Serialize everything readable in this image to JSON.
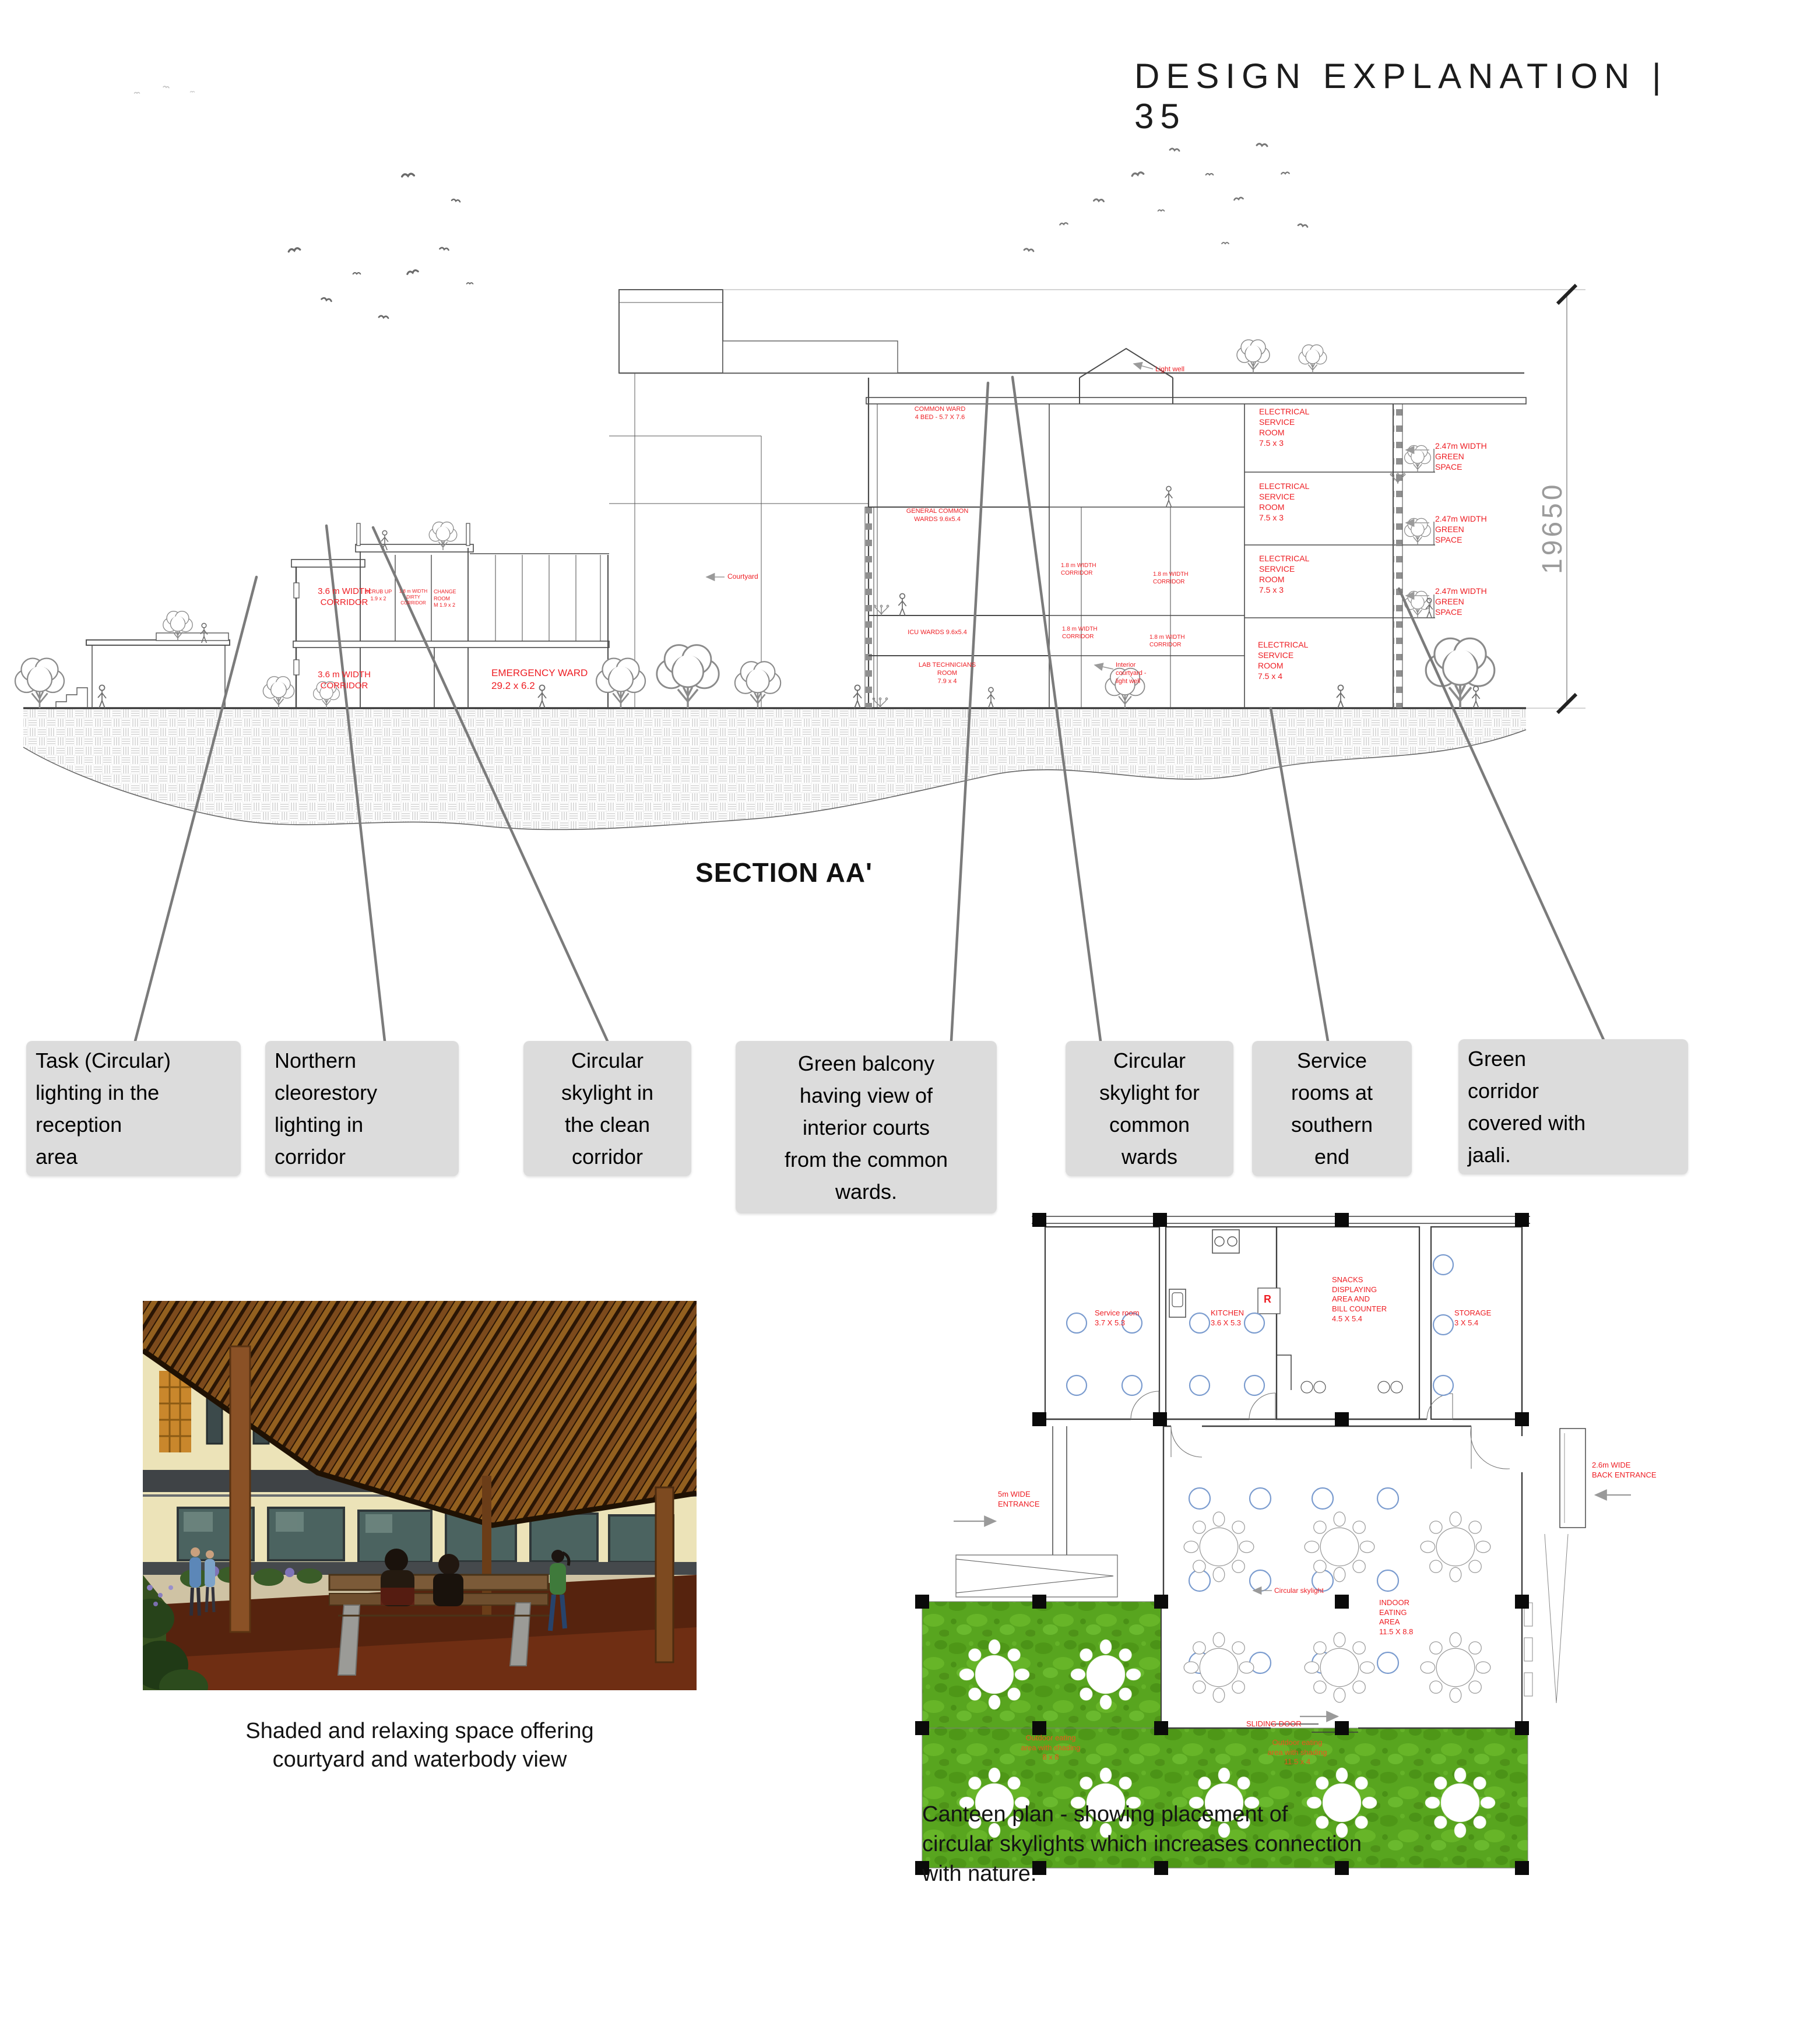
{
  "header": {
    "title": "DESIGN EXPLANATION | 35"
  },
  "section": {
    "caption": "SECTION AA'",
    "dimension_value": "19650",
    "labels": [
      {
        "text": "3.6 m WIDTH\nCORRIDOR"
      },
      {
        "text": "SCRUB UP\n1.9 x 2"
      },
      {
        "text": "1.8 m WIDTH DIRTY\nCORRIDOR"
      },
      {
        "text": "CHANGE ROOM\nM 1.9 x 2"
      },
      {
        "text": "3.6 m WIDTH\nCORRIDOR"
      },
      {
        "text": "EMERGENCY WARD\n29.2 x 6.2"
      },
      {
        "text": "Courtyard"
      },
      {
        "text": "COMMON WARD\n4 BED - 5.7 X 7.6"
      },
      {
        "text": "GENERAL COMMON\nWARDS 9.6x5.4"
      },
      {
        "text": "ICU WARDS 9.6x5.4"
      },
      {
        "text": "LAB TECHNICIANS\nROOM\n7.9 x 4"
      },
      {
        "text": "1.8 m WIDTH\nCORRIDOR"
      },
      {
        "text": "1.8 m WIDTH\nCORRIDOR"
      },
      {
        "text": "1.8 m WIDTH\nCORRIDOR"
      },
      {
        "text": "1.8 m WIDTH\nCORRIDOR"
      },
      {
        "text": "Light well"
      },
      {
        "text": "ELECTRICAL\nSERVICE\nROOM\n7.5 x 3"
      },
      {
        "text": "ELECTRICAL\nSERVICE\nROOM\n7.5 x 3"
      },
      {
        "text": "ELECTRICAL\nSERVICE\nROOM\n7.5 x 3"
      },
      {
        "text": "ELECTRICAL\nSERVICE\nROOM\n7.5 x 4"
      },
      {
        "text": "Interior\ncourtyard -\nlight well"
      },
      {
        "text": "2.47m WIDTH\nGREEN\nSPACE"
      },
      {
        "text": "2.47m WIDTH\nGREEN\nSPACE"
      },
      {
        "text": "2.47m WIDTH\nGREEN\nSPACE"
      }
    ]
  },
  "callouts": [
    {
      "text": "Task (Circular)\nlighting in the\nreception\narea"
    },
    {
      "text": "Northern\ncleorestory\nlighting in\ncorridor"
    },
    {
      "text": "Circular\nskylight in\nthe clean\ncorridor"
    },
    {
      "text": "Green balcony\nhaving view of\ninterior courts\nfrom the common\nwards."
    },
    {
      "text": "Circular\nskylight for\ncommon\nwards"
    },
    {
      "text": "Service\nrooms at\nsouthern\nend"
    },
    {
      "text": "Green\ncorridor\ncovered with\njaali."
    }
  ],
  "photo": {
    "caption": "Shaded and relaxing space offering\ncourtyard and waterbody view"
  },
  "canteen": {
    "caption": "Canteen plan - showing placement of\ncircular skylights which increases connection\nwith nature.",
    "labels": [
      {
        "text": "Service room\n3.7 X 5.3"
      },
      {
        "text": "KITCHEN\n3.6 X 5.3"
      },
      {
        "text": "SNACKS\nDISPLAYING\nAREA AND\nBILL COUNTER\n4.5 X 5.4"
      },
      {
        "text": "STORAGE\n3 X 5.4"
      },
      {
        "text": "R"
      },
      {
        "text": "5m WIDE\nENTRANCE"
      },
      {
        "text": "2.6m WIDE\nBACK ENTRANCE"
      },
      {
        "text": "Circular skylight"
      },
      {
        "text": "INDOOR\nEATING\nAREA\n11.5 X 8.8"
      },
      {
        "text": "SLIDING DOOR"
      },
      {
        "text": "Outdoor eating\narea with shading\n8 x 8"
      },
      {
        "text": "Outdoor eating\narea with shading\n11.5 x 4"
      }
    ]
  },
  "colors": {
    "accent_red": "#ee1d23",
    "outdoor_label_red": "#e8571d",
    "grass_green": "#58a51f",
    "callout_bg": "#dcdcdc",
    "skylight_blue": "#7b9ccf"
  }
}
